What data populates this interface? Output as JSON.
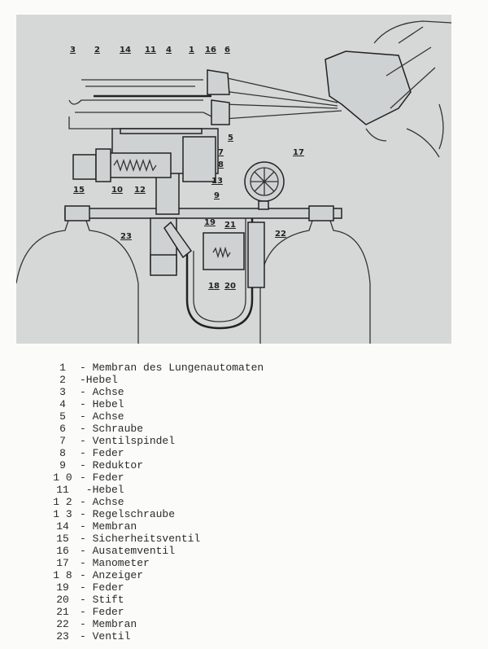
{
  "diagram": {
    "labels": [
      "1",
      "2",
      "3",
      "4",
      "5",
      "6",
      "7",
      "8",
      "9",
      "10",
      "11",
      "12",
      "13",
      "14",
      "15",
      "16",
      "17",
      "18",
      "19",
      "20",
      "21",
      "22",
      "23"
    ],
    "background": "#d6d8d8"
  },
  "legend": [
    {
      "num": "1",
      "text": "- Membran des Lungenautomaten"
    },
    {
      "num": "2",
      "text": "-Hebel"
    },
    {
      "num": "3",
      "text": "- Achse"
    },
    {
      "num": "4",
      "text": "- Hebel"
    },
    {
      "num": "5",
      "text": "- Achse"
    },
    {
      "num": "6",
      "text": "- Schraube"
    },
    {
      "num": "7",
      "text": "- Ventilspindel"
    },
    {
      "num": "8",
      "text": "- Feder"
    },
    {
      "num": "9",
      "text": "- Reduktor"
    },
    {
      "num": "1 0",
      "text": "- Feder"
    },
    {
      "num": "11",
      "text": " -Hebel"
    },
    {
      "num": "1 2",
      "text": "- Achse"
    },
    {
      "num": "1 3",
      "text": "- Regelschraube"
    },
    {
      "num": "14",
      "text": "- Membran"
    },
    {
      "num": "15",
      "text": "- Sicherheitsventil"
    },
    {
      "num": "16",
      "text": "- Ausatemventil"
    },
    {
      "num": "17",
      "text": "- Manometer"
    },
    {
      "num": "1 8",
      "text": "- Anzeiger"
    },
    {
      "num": "19",
      "text": "- Feder"
    },
    {
      "num": "20",
      "text": "- Stift"
    },
    {
      "num": "21",
      "text": "- Feder"
    },
    {
      "num": "22",
      "text": "- Membran"
    },
    {
      "num": "23",
      "text": "- Ventil"
    }
  ]
}
